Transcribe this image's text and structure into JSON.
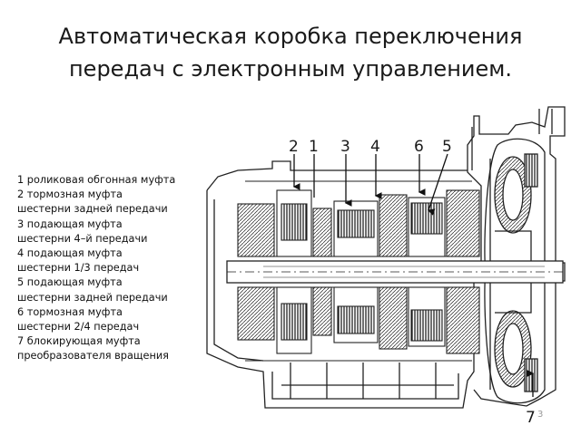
{
  "title_lines": [
    "Автоматическая коробка переключения",
    "передач с электронным управлением."
  ],
  "legend_lines": [
    "1 роликовая обгонная муфта",
    "2 тормозная муфта",
    "шестерни задней передачи",
    "3 подающая муфта",
    "шестерни 4–й передачи",
    "4 подающая муфта",
    "шестерни 1/3 передач",
    "5 подающая муфта",
    "шестерни задней передачи",
    "6 тормозная муфта",
    "шестерни 2/4 передач",
    "7 блокирующая муфта",
    "преобразователя вращения"
  ],
  "callouts": {
    "c1": "1",
    "c2": "2",
    "c3": "3",
    "c4": "4",
    "c5": "5",
    "c6": "6",
    "c7": "7"
  },
  "slide_number": "3"
}
